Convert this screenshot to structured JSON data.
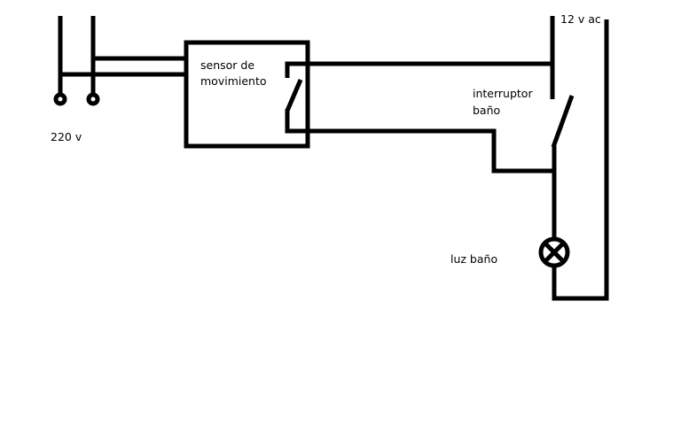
{
  "labels": {
    "supply_220": "220 v",
    "sensor_line1": "sensor de",
    "sensor_line2": "movimiento",
    "switch_line1": "interruptor",
    "switch_line2": "baño",
    "lamp": "luz baño",
    "supply_12": "12 v ac"
  },
  "colors": {
    "stroke": "#000000",
    "background": "#ffffff"
  }
}
